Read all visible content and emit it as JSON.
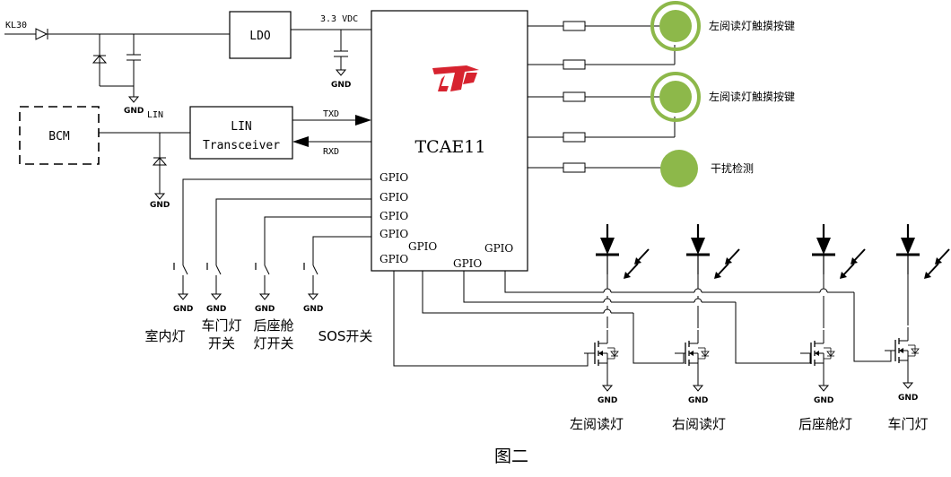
{
  "net_labels": {
    "kl30": "KL30",
    "vdc": "3.3 VDC",
    "lin": "LIN",
    "txd": "TXD",
    "rxd": "RXD",
    "gnd": "GND"
  },
  "blocks": {
    "ldo": "LDO",
    "bcm": "BCM",
    "lin_line1": "LIN",
    "lin_line2": "Transceiver",
    "mcu": "TCAE11"
  },
  "gpio_label": "GPIO",
  "touch_keys": {
    "key1": "左阅读灯触摸按键",
    "key2": "左阅读灯触摸按键",
    "interference": "干扰检测"
  },
  "switches": {
    "sw1": "室内灯",
    "sw2_l1": "车门灯",
    "sw2_l2": "开关",
    "sw3_l1": "后座舱",
    "sw3_l2": "灯开关",
    "sw4": "SOS开关"
  },
  "lamps": {
    "lamp1": "左阅读灯",
    "lamp2": "右阅读灯",
    "lamp3": "后座舱灯",
    "lamp4": "车门灯"
  },
  "caption": "图二",
  "colors": {
    "logo_red": "#d7232f",
    "touch_green": "#8db84a"
  }
}
